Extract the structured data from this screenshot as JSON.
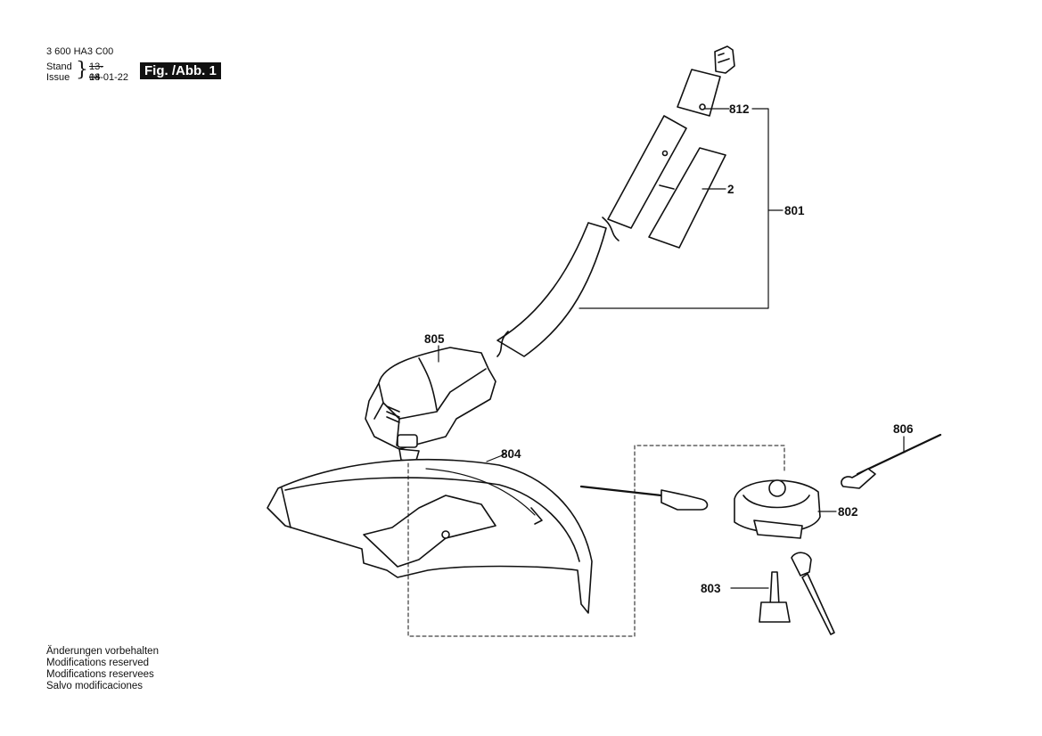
{
  "header": {
    "code": "3 600 HA3 C00",
    "stand_label": "Stand",
    "issue_label": "Issue",
    "brace": "}",
    "old_date": "13-08",
    "new_date": "14-01-22",
    "fig_label": "Fig. /Abb. 1"
  },
  "parts": {
    "p812": "812",
    "p2": "2",
    "p801": "801",
    "p805": "805",
    "p804": "804",
    "p806": "806",
    "p802": "802",
    "p803": "803"
  },
  "footer": {
    "line1": "Änderungen vorbehalten",
    "line2": "Modifications reserved",
    "line3": "Modifications reservees",
    "line4": "Salvo modificaciones"
  }
}
